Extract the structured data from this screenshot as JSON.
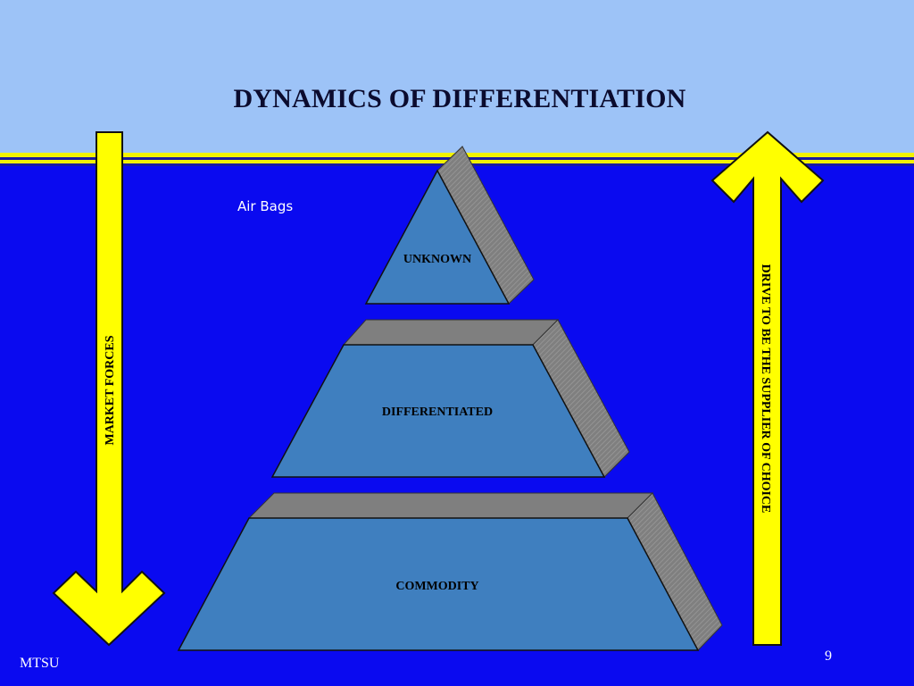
{
  "slide": {
    "title": "DYNAMICS OF DIFFERENTIATION",
    "annotation": "Air Bags",
    "footer": "MTSU",
    "page_number": "9"
  },
  "pyramid": {
    "tiers": [
      {
        "label": "UNKNOWN"
      },
      {
        "label": "DIFFERENTIATED"
      },
      {
        "label": "COMMODITY"
      }
    ]
  },
  "arrows": {
    "left": {
      "label": "MARKET FORCES",
      "direction": "down"
    },
    "right": {
      "label": "DRIVE TO BE THE SUPPLIER OF CHOICE",
      "direction": "up"
    }
  },
  "colors": {
    "top_band": "#9dc3f7",
    "background": "#0a0af0",
    "stripe": "#f2f200",
    "arrow": "#ffff00",
    "tier_face": "#3f7fbf",
    "tier_side": "#808080"
  }
}
